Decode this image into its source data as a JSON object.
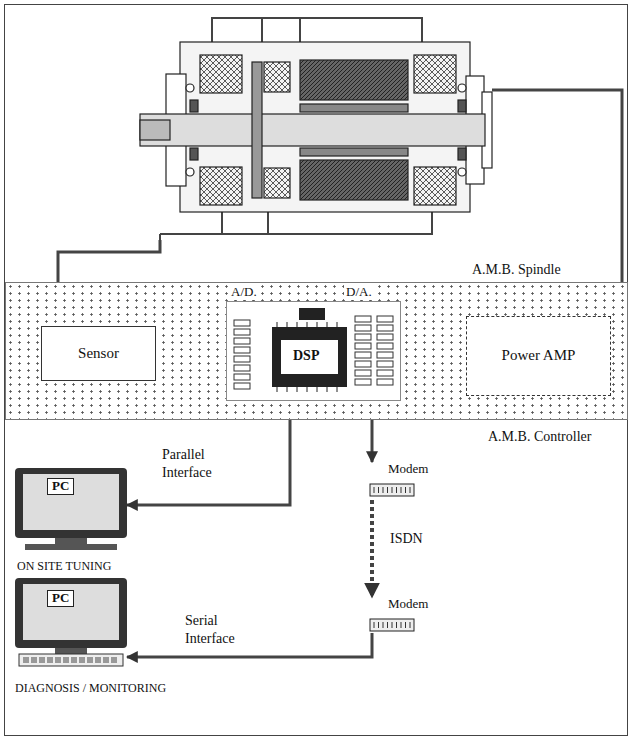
{
  "diagram": {
    "nodes": [
      {
        "text": [
          "A.M.B. Spindle"
        ]
      },
      {
        "text": [
          "A.M.B. Controller"
        ]
      },
      {
        "text": [
          "Sensor"
        ],
        "in": 1
      },
      {
        "text": [
          "DSP"
        ],
        "in": 1
      },
      {
        "text": [
          "Power AMP"
        ],
        "in": 1
      },
      {
        "text": [
          "PC",
          "ON SITE TUNING"
        ]
      },
      {
        "text": [
          "Modem"
        ]
      },
      {
        "text": [
          "Modem"
        ]
      },
      {
        "text": [
          "PC",
          "DIAGNOSIS / MONITORING"
        ]
      }
    ],
    "edges": [
      {
        "from": 0,
        "to": 2,
        "arrow": "to"
      },
      {
        "from": 2,
        "to": 3,
        "arrow": "to"
      },
      {
        "from": 3,
        "to": 4,
        "arrow": "to"
      },
      {
        "from": 4,
        "to": 0,
        "arrow": "none"
      },
      {
        "from": 5,
        "to": 3,
        "label": "Parallel Interface",
        "arrow": "both"
      },
      {
        "from": 3,
        "to": 6,
        "arrow": "to"
      },
      {
        "from": 6,
        "to": 7,
        "label": "ISDN",
        "arrow": "to"
      },
      {
        "from": 7,
        "to": 8,
        "label": "Serial Interface",
        "arrow": "to"
      }
    ],
    "labels": [
      "A/D.",
      "D/A."
    ]
  }
}
